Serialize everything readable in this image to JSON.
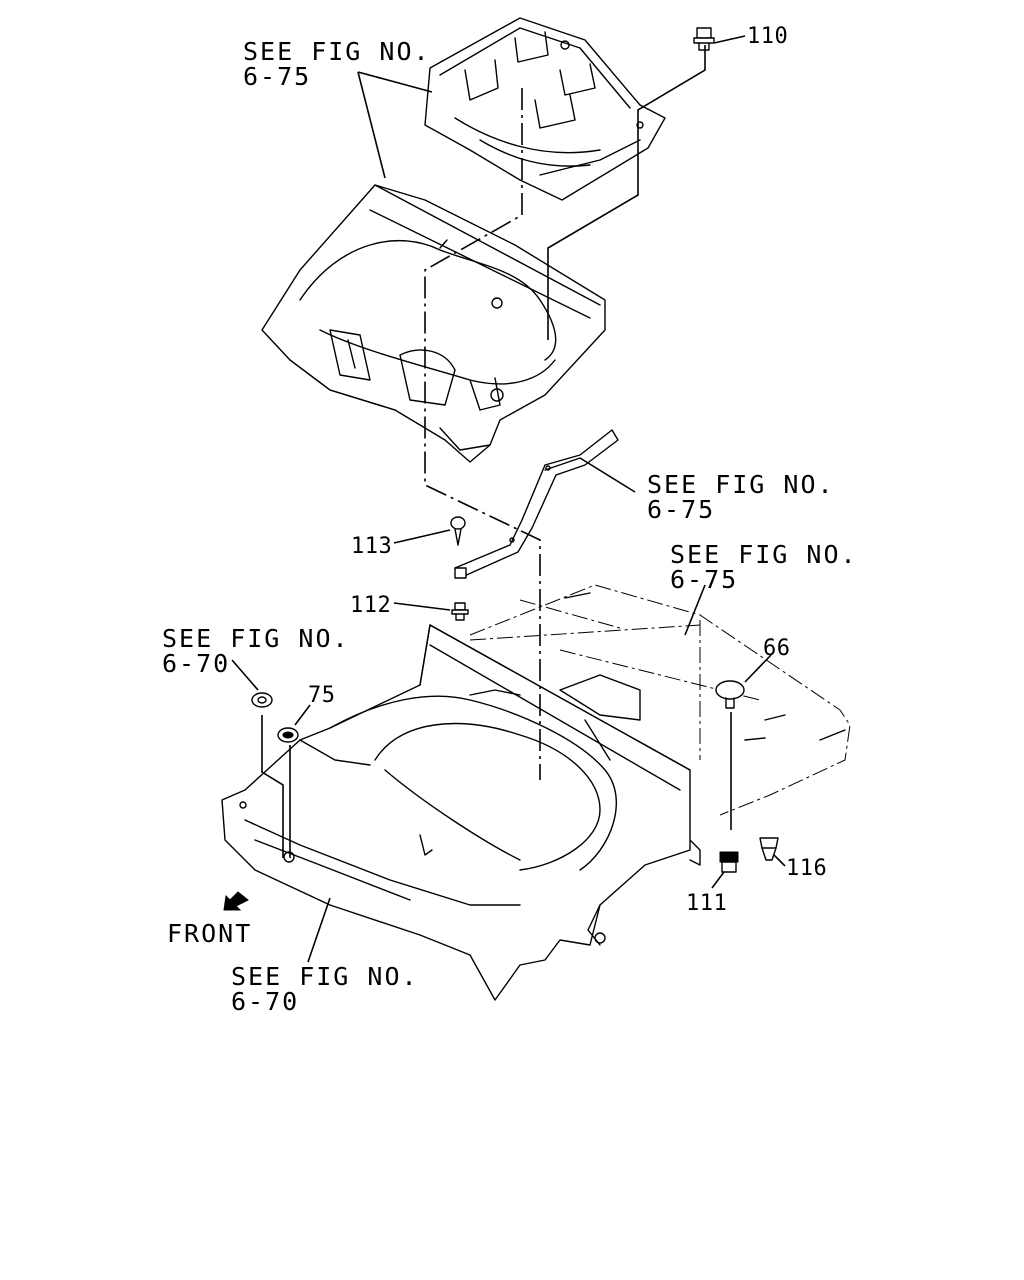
{
  "references": [
    {
      "line1": "SEE FIG NO.",
      "line2": "6-75"
    },
    {
      "line1": "SEE FIG NO.",
      "line2": "6-75"
    },
    {
      "line1": "SEE FIG NO.",
      "line2": "6-75"
    },
    {
      "line1": "SEE FIG NO.",
      "line2": "6-70"
    },
    {
      "line1": "SEE FIG NO.",
      "line2": "6-70"
    }
  ],
  "parts": {
    "p110": "110",
    "p113": "113",
    "p112": "112",
    "p75": "75",
    "p66": "66",
    "p116": "116",
    "p111": "111"
  },
  "direction": "FRONT"
}
